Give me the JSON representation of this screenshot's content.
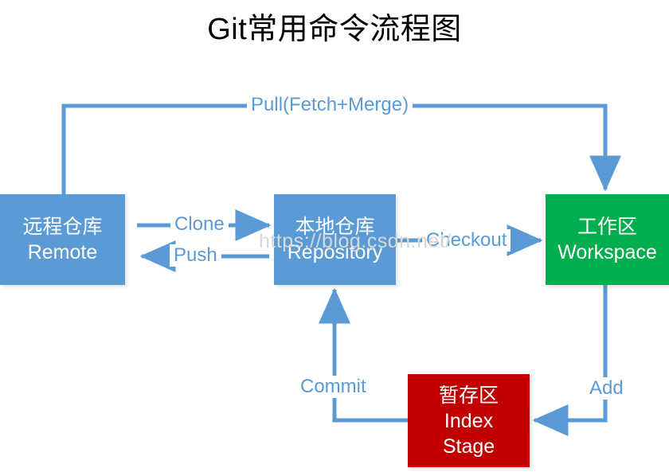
{
  "diagram": {
    "title": "Git常用命令流程图",
    "watermark": "https://blog.csdn.net/",
    "colors": {
      "blue": "#5B9BD5",
      "green": "#00AE4D",
      "red": "#C00000",
      "title_text": "#000000",
      "node_text": "#FFFFFF",
      "background": "#FFFFFF",
      "watermark_text": "#D8D8D8"
    },
    "nodes": [
      {
        "id": "remote",
        "label_cn": "远程仓库",
        "label_en": "Remote",
        "label_extra": "",
        "color": "#5B9BD5"
      },
      {
        "id": "repository",
        "label_cn": "本地仓库",
        "label_en": "Repository",
        "label_extra": "",
        "color": "#5B9BD5"
      },
      {
        "id": "workspace",
        "label_cn": "工作区",
        "label_en": "Workspace",
        "label_extra": "",
        "color": "#00AE4D"
      },
      {
        "id": "index",
        "label_cn": "暂存区",
        "label_en": "Index",
        "label_extra": "Stage",
        "color": "#C00000"
      }
    ],
    "edges": [
      {
        "id": "pull",
        "label": "Pull(Fetch+Merge)",
        "from": "remote",
        "to": "workspace",
        "direction": "right"
      },
      {
        "id": "clone",
        "label": "Clone",
        "from": "remote",
        "to": "repository",
        "direction": "right"
      },
      {
        "id": "push",
        "label": "Push",
        "from": "repository",
        "to": "remote",
        "direction": "left"
      },
      {
        "id": "checkout",
        "label": "Checkout",
        "from": "repository",
        "to": "workspace",
        "direction": "right"
      },
      {
        "id": "add",
        "label": "Add",
        "from": "workspace",
        "to": "index",
        "direction": "left"
      },
      {
        "id": "commit",
        "label": "Commit",
        "from": "index",
        "to": "repository",
        "direction": "up"
      }
    ]
  }
}
